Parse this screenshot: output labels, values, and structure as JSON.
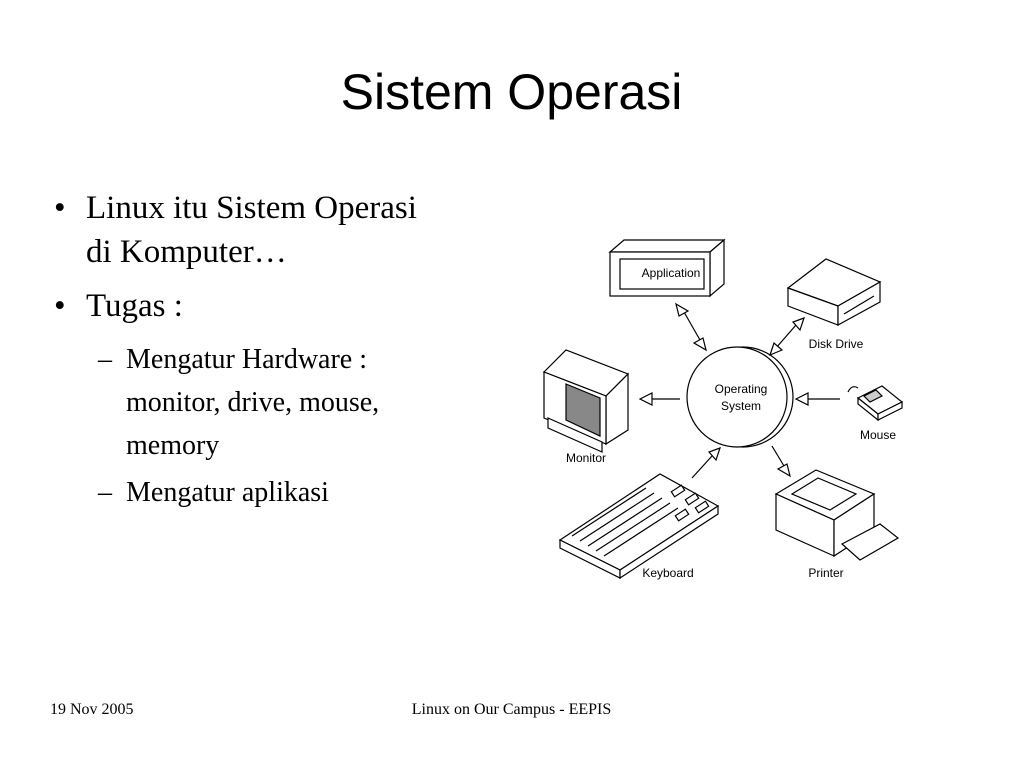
{
  "slide": {
    "title": "Sistem Operasi",
    "bullets": [
      {
        "text_line1": "Linux itu Sistem Operasi",
        "text_line2": "di Komputer…"
      },
      {
        "text": "Tugas :",
        "sub": [
          {
            "line1": "Mengatur Hardware :",
            "line2": "monitor, drive, mouse,",
            "line3": "memory"
          },
          {
            "text": "Mengatur aplikasi"
          }
        ]
      }
    ],
    "bullet_marker": "•",
    "sub_marker": "–"
  },
  "diagram": {
    "center_line1": "Operating",
    "center_line2": "System",
    "nodes": {
      "application": "Application",
      "disk_drive": "Disk Drive",
      "monitor": "Monitor",
      "mouse": "Mouse",
      "keyboard": "Keyboard",
      "printer": "Printer"
    }
  },
  "footer": {
    "date": "19 Nov 2005",
    "center": "Linux on Our Campus - EEPIS"
  }
}
